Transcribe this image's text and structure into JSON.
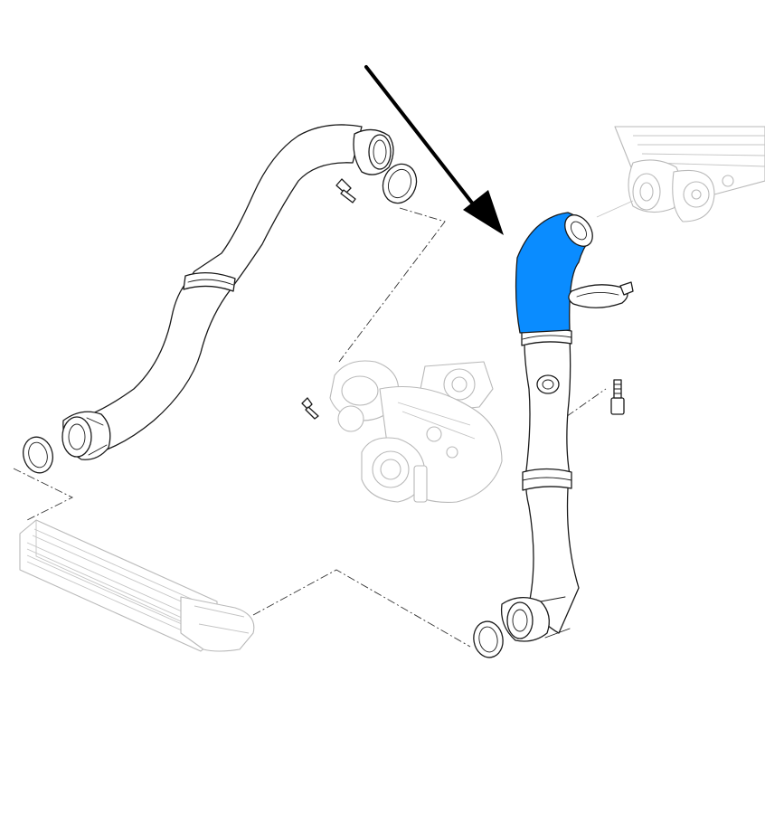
{
  "diagram": {
    "highlight_color": "#0a8cff",
    "arrow_color": "#000000",
    "line_color": "#1a1a1a",
    "ghost_color": "#b9b9b9",
    "parts": [
      "charge-air-hose-left",
      "charge-air-hose-right",
      "highlighted-hose-section",
      "intercooler",
      "turbocharger",
      "throttle-housing",
      "hose-clamp",
      "o-ring-seals",
      "bolts",
      "sensor"
    ]
  }
}
